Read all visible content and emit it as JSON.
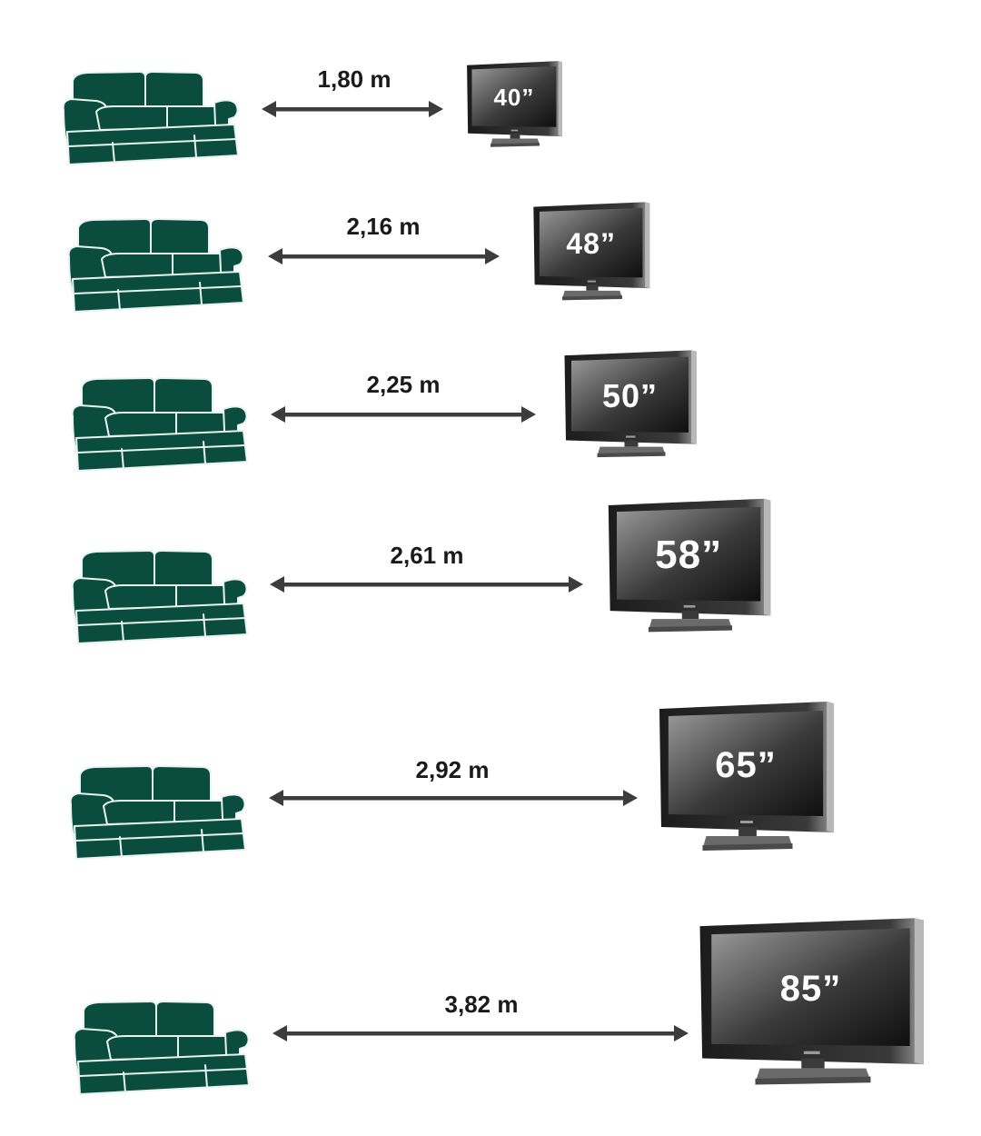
{
  "colors": {
    "sofa": "#0a4d3f",
    "sofa_line": "#e9f3ef",
    "arrow": "#3c3c3c",
    "tv_frame": "#2a2a2a",
    "tv_screen_light": "#9a9a9a",
    "tv_screen_dark": "#0f0f0f",
    "tv_stand": "#6a6a6a"
  },
  "icons": {
    "sofa": "sofa-icon",
    "tv": "tv-icon",
    "arrow": "double-arrow-icon"
  },
  "rows": [
    {
      "distance": "1,80 m",
      "tv_size": "40”"
    },
    {
      "distance": "2,16 m",
      "tv_size": "48”"
    },
    {
      "distance": "2,25 m",
      "tv_size": "50”"
    },
    {
      "distance": "2,61 m",
      "tv_size": "58”"
    },
    {
      "distance": "2,92 m",
      "tv_size": "65”"
    },
    {
      "distance": "3,82 m",
      "tv_size": "85”"
    }
  ]
}
